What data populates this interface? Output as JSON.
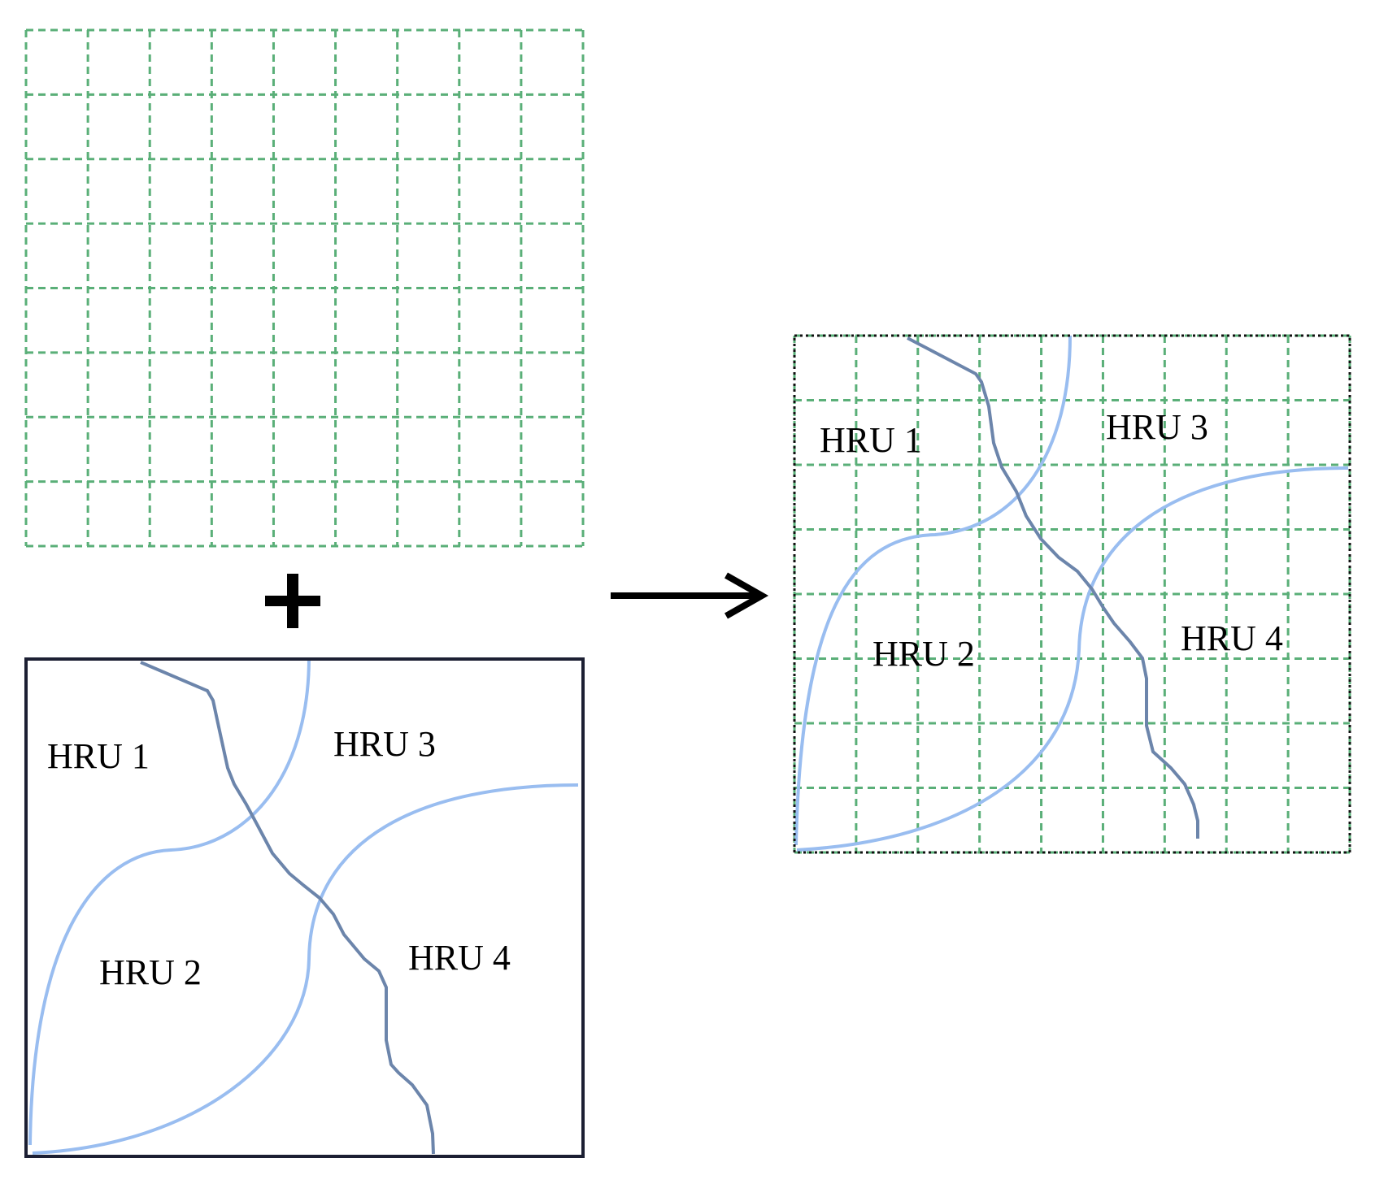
{
  "diagram": {
    "grid": {
      "columns": 9,
      "rows": 8,
      "line_color": "#5aaf78"
    },
    "hru_map": {
      "border_color": "#1c1f33",
      "divide_color": "#99bdf0",
      "river_color": "#6c85ab",
      "labels": [
        "HRU 1",
        "HRU 2",
        "HRU 3",
        "HRU 4"
      ]
    },
    "operator_symbol": "plus-icon",
    "arrow_icon": "right-arrow-icon",
    "overlay": {
      "border_color": "#111111",
      "labels": [
        "HRU 1",
        "HRU 2",
        "HRU 3",
        "HRU 4"
      ]
    }
  }
}
